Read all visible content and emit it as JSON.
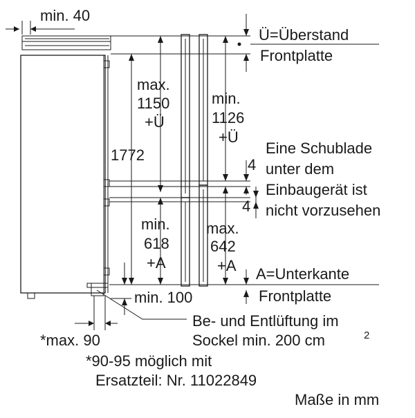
{
  "labels": {
    "min_40": "min. 40",
    "ueberstand": "Ü=Überstand",
    "frontplatte_top": "Frontplatte",
    "max_line1": "max.",
    "max_line2": "1150",
    "max_line3": "+Ü",
    "h1772": "1772",
    "min1126_line1": "min.",
    "min1126_line2": "1126",
    "min1126_line3": "+Ü",
    "gap_4_top": "4",
    "gap_4_bottom": "4",
    "schublade_line1": "Eine Schublade",
    "schublade_line2": "unter dem",
    "schublade_line3": "Einbaugerät ist",
    "schublade_line4": "nicht vorzusehen",
    "min618_line1": "min.",
    "min618_line2": "618",
    "min618_line3": "+A",
    "max642_line1": "max.",
    "max642_line2": "642",
    "max642_line3": "+A",
    "unterkante": "A=Unterkante",
    "frontplatte_bottom": "Frontplatte",
    "min_100": "min. 100",
    "lueftung_line1": "Be- und Entlüftung im",
    "lueftung_line2": "Sockel min. 200 cm",
    "lueftung_sup": "2",
    "max_90": "*max. 90",
    "note_line1": "*90-95 möglich mit",
    "note_line2": "Ersatzteil: Nr. 11022849",
    "masse": "Maße in mm"
  }
}
